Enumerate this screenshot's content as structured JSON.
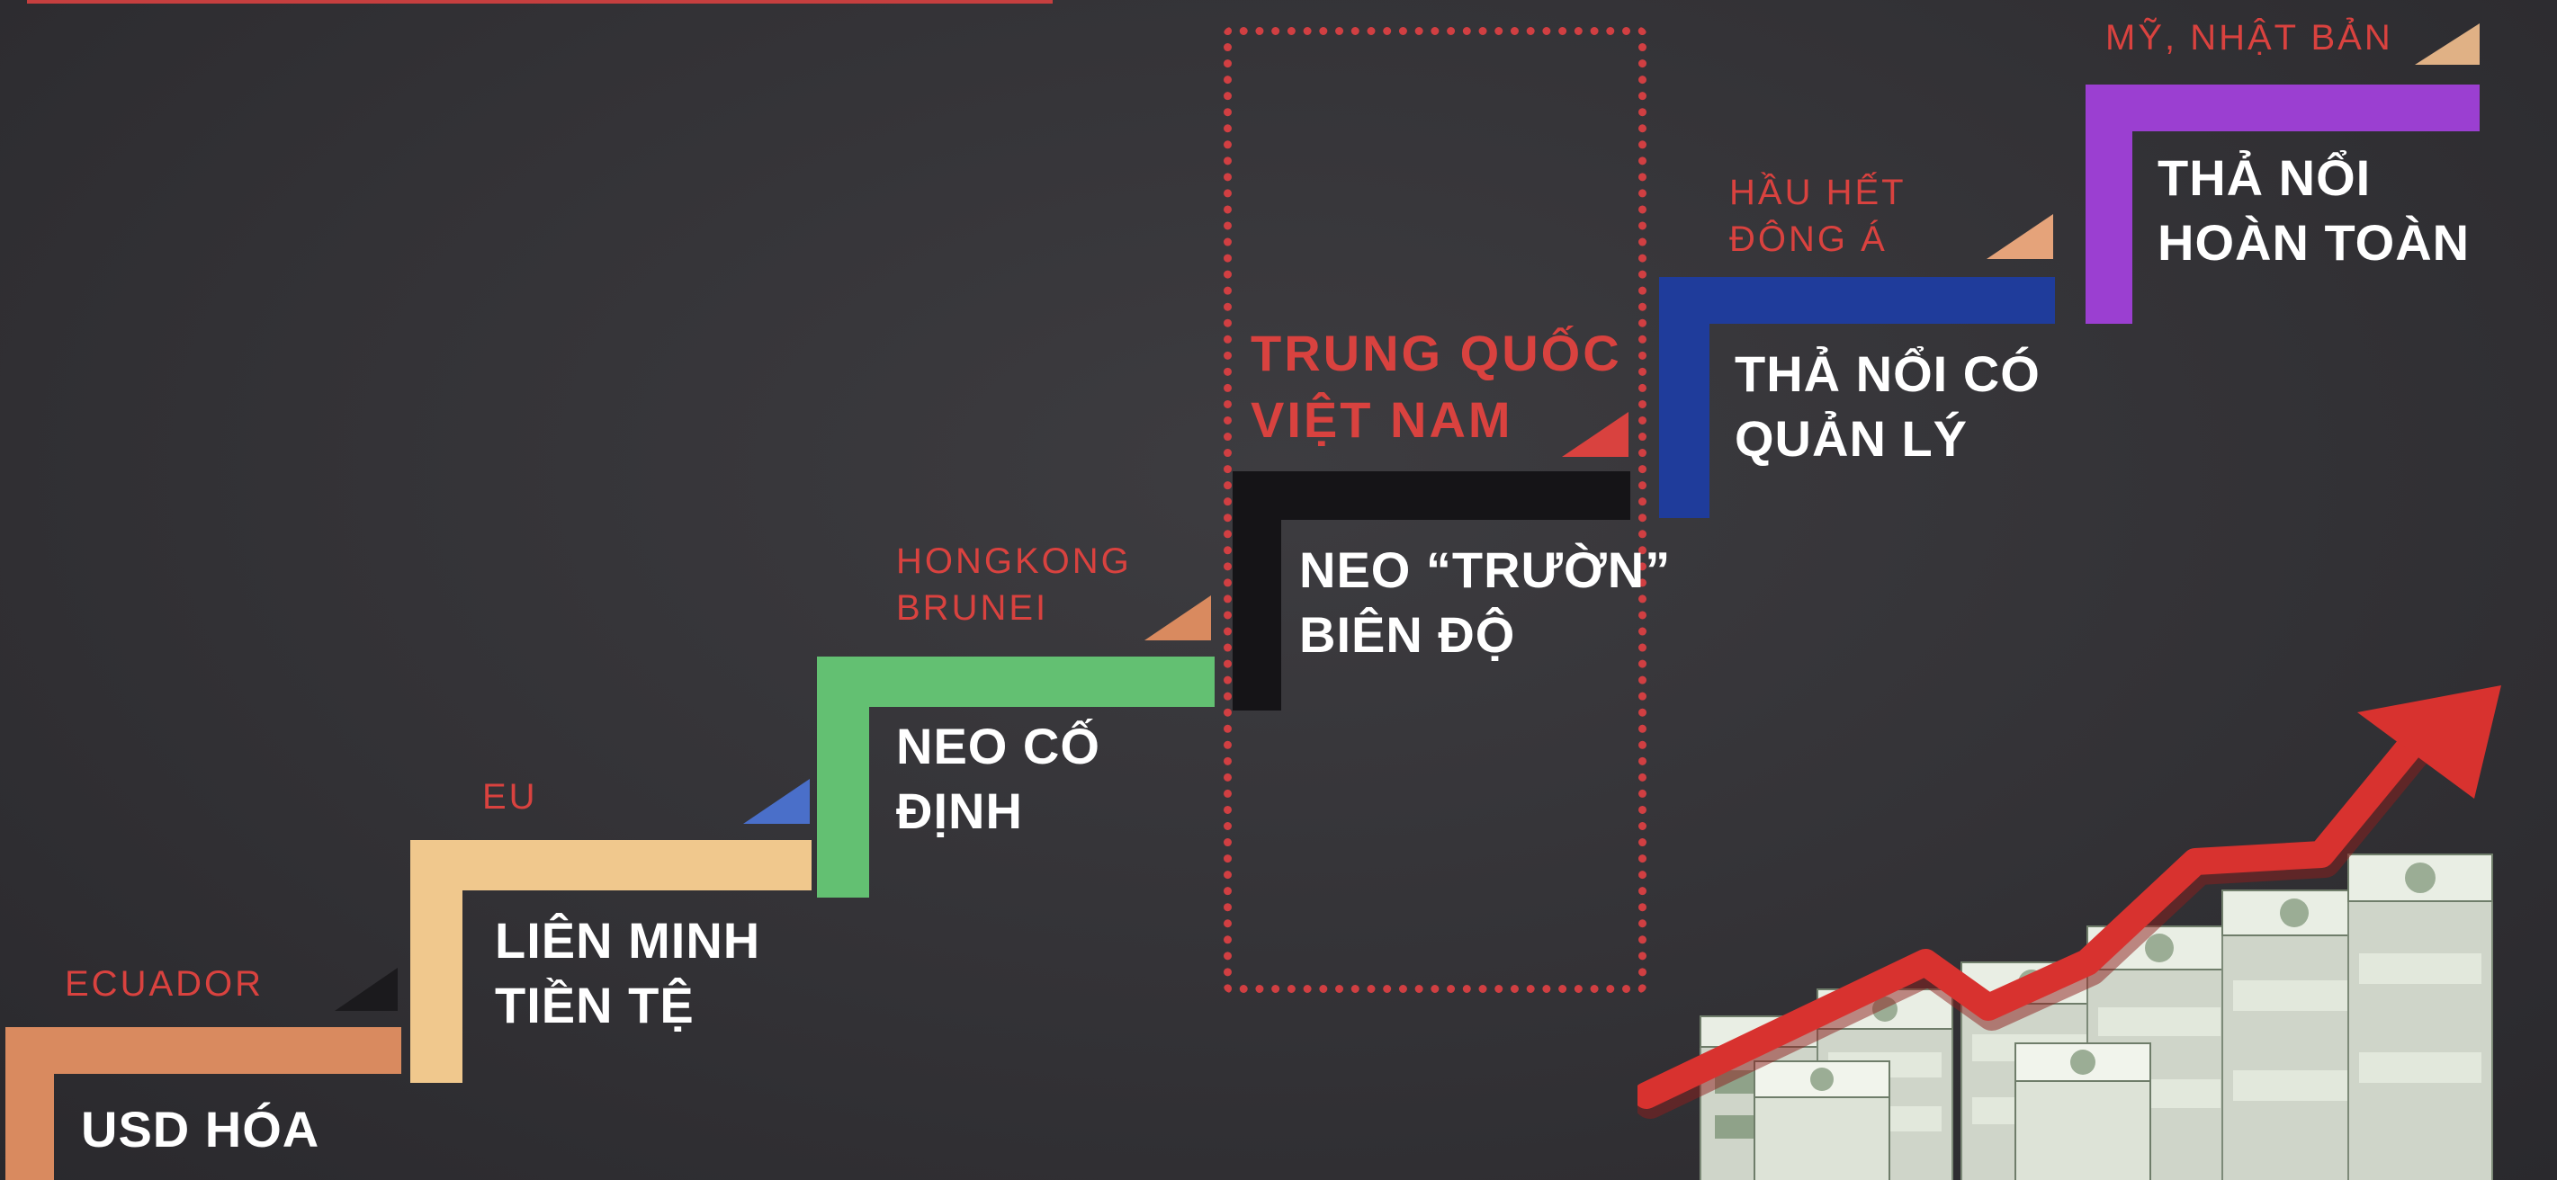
{
  "steps": [
    {
      "label": "USD HÓA",
      "country": "ECUADOR",
      "color": "#d98a5f",
      "corner_color": "#1b1a1d"
    },
    {
      "label": "LIÊN MINH\nTIỀN TỆ",
      "country": "EU",
      "color": "#f0c88d",
      "corner_color": "#4a6fc9"
    },
    {
      "label": "NEO CỐ\nĐỊNH",
      "country": "HONGKONG\nBRUNEI",
      "color": "#63c072",
      "corner_color": "#d98a5f"
    },
    {
      "label": "NEO “TRƯỜN”\nBIÊN ĐỘ",
      "country": "TRUNG QUỐC\nVIỆT NAM",
      "color": "#151417",
      "corner_color": "#d9423f"
    },
    {
      "label": "THẢ NỔI CÓ\nQUẢN LÝ",
      "country": "HẦU HẾT\nĐÔNG Á",
      "color": "#1f3c9b",
      "corner_color": "#e5a37a"
    },
    {
      "label": "THẢ NỔI\nHOÀN TOÀN",
      "country": "MỸ, NHẬT BẢN",
      "color": "#9b3fd1",
      "corner_color": "#e0b185"
    }
  ],
  "colors": {
    "background": "#333236",
    "highlight_border": "#d13f42",
    "country_text": "#d9423f",
    "step_text": "#ffffff",
    "arrow": "#d8322f",
    "banknote": "#e9eee4"
  },
  "icons": [
    "money-stack-icon",
    "growth-arrow-icon"
  ]
}
